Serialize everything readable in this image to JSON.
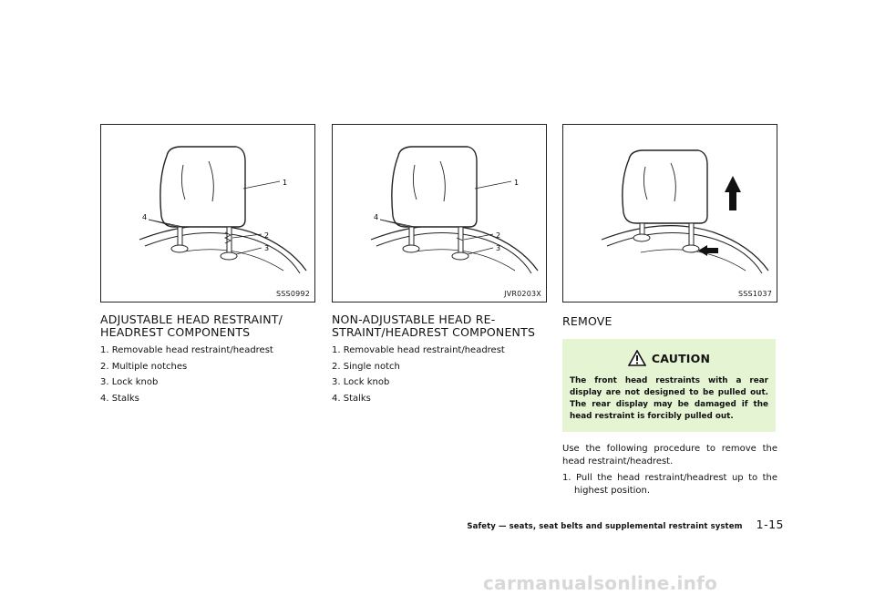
{
  "figures": [
    {
      "code": "SSS0992",
      "labels": [
        "1",
        "2",
        "3",
        "4"
      ]
    },
    {
      "code": "JVR0203X",
      "labels": [
        "1",
        "2",
        "3",
        "4"
      ]
    },
    {
      "code": "SSS1037"
    }
  ],
  "sections": [
    {
      "heading_line1": "ADJUSTABLE HEAD RESTRAINT/",
      "heading_line2": "HEADREST COMPONENTS",
      "items": [
        "1. Removable head restraint/headrest",
        "2. Multiple notches",
        "3. Lock knob",
        "4. Stalks"
      ]
    },
    {
      "heading_line1": "NON-ADJUSTABLE HEAD RE-",
      "heading_line2": "STRAINT/HEADREST COMPONENTS",
      "items": [
        "1. Removable head restraint/headrest",
        "2. Single notch",
        "3. Lock knob",
        "4. Stalks"
      ]
    },
    {
      "heading": "REMOVE",
      "caution_title": "CAUTION",
      "caution_text": "The front head restraints with a rear display are not designed to be pulled out. The rear display may be damaged if the head restraint is forcibly pulled out.",
      "paragraph": "Use the following procedure to remove the head restraint/headrest.",
      "step1": "1. Pull the head restraint/headrest up to the highest position."
    }
  ],
  "footer": {
    "title": "Safety — seats, seat belts and supplemental restraint system",
    "page": "1-15"
  },
  "watermark": "carmanualsonline.info",
  "colors": {
    "caution_bg": "#e5f4d2",
    "text": "#111111"
  },
  "icons": {
    "caution": "warning-triangle-icon",
    "arrow_up": "arrow-up-icon",
    "arrow_press": "arrow-left-icon"
  }
}
